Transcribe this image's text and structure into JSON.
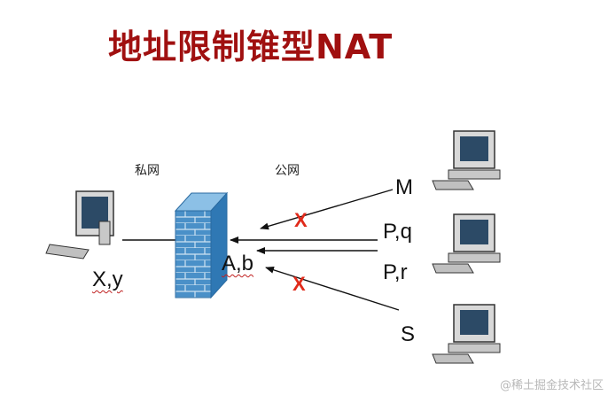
{
  "title": "地址限制锥型NAT",
  "zones": {
    "private": "私网",
    "public": "公网"
  },
  "labels": {
    "local": "X,y",
    "nat": "A,b",
    "host_m": "M",
    "host_pq": "P,q",
    "host_pr": "P,r",
    "host_s": "S"
  },
  "blocked_mark": "X",
  "watermark": "@稀土掘金技术社区",
  "colors": {
    "title": "#a01010",
    "blocked": "#e02a1a",
    "firewall": "#4a90c8"
  }
}
